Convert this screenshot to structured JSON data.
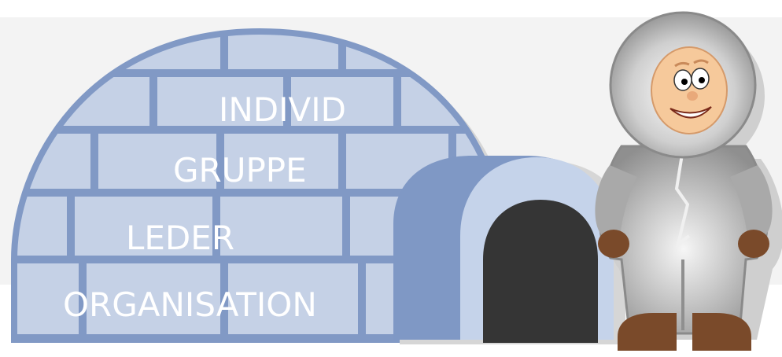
{
  "labels": {
    "individ": "INDIVID",
    "gruppe": "GRUPPE",
    "leder": "LEDER",
    "organisation": "ORGANISATION"
  },
  "colors": {
    "background": "#ffffff",
    "band": "#f3f3f3",
    "ice_block": "#c5d1e6",
    "ice_mortar": "#8199c5",
    "tunnel_dark": "#7f98c5",
    "tunnel_light": "#c5d3ea",
    "door": "#353535",
    "fur_suit": "#a9a9a9",
    "face": "#f6c99b",
    "mitten_boot": "#7a4a2a",
    "text": "#ffffff"
  },
  "icons": [
    "igloo-illustration",
    "eskimo-figure-illustration"
  ]
}
